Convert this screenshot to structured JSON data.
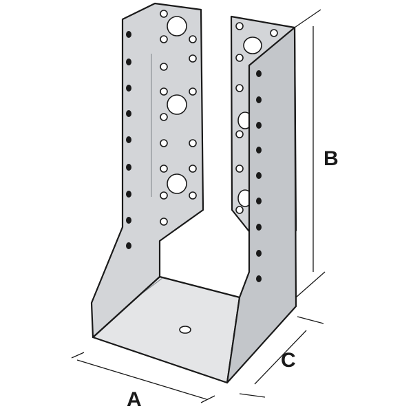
{
  "diagram": {
    "subject": "concealed-flange-joist-hanger",
    "colors": {
      "outline": "#1a1a1a",
      "metal_light": "#e4e5e7",
      "metal_mid": "#d3d5d8",
      "metal_dark": "#c3c6ca",
      "hole_fill": "#ffffff"
    },
    "dimensions": {
      "width_label": "A",
      "height_label": "B",
      "depth_label": "C"
    }
  }
}
